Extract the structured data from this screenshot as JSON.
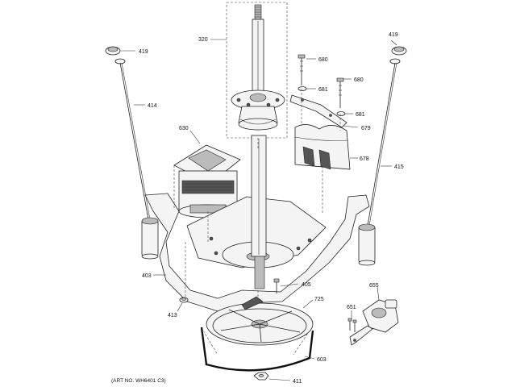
{
  "diagram": {
    "art_number": "(ART NO. WH6401 C3)",
    "callouts": {
      "p320": "320",
      "p419_left": "419",
      "p419_right": "419",
      "p680_a": "680",
      "p680_b": "680",
      "p681_a": "681",
      "p681_b": "681",
      "p414": "414",
      "p415": "415",
      "p630": "630",
      "p679": "679",
      "p678": "678",
      "p403": "403",
      "p405": "405",
      "p413": "413",
      "p725": "725",
      "p655": "655",
      "p651": "651",
      "p603": "603",
      "p411": "411"
    }
  }
}
